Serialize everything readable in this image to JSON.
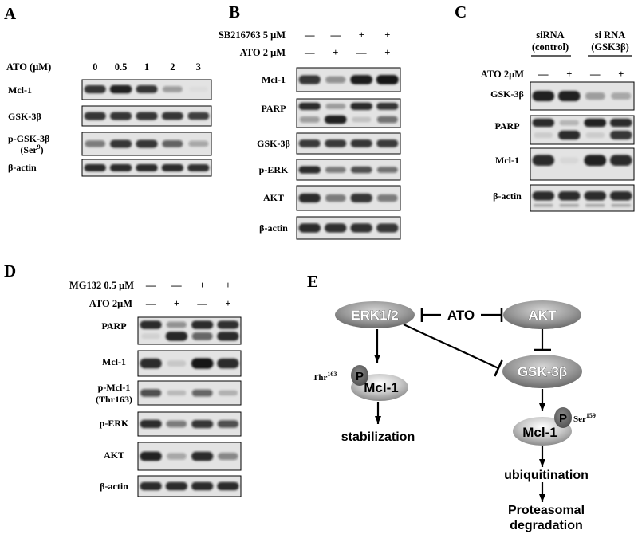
{
  "figure": {
    "panels": {
      "A": {
        "letter": "A",
        "conditions": [
          {
            "label": "ATO (μM)",
            "lanes": [
              "0",
              "0.5",
              "1",
              "2",
              "3"
            ]
          }
        ],
        "blots": [
          {
            "label": "Mcl-1",
            "bands": [
              [
                0.85,
                0.95,
                0.82,
                0.35,
                0.03
              ]
            ]
          },
          {
            "label": "GSK-3β",
            "bands": [
              [
                0.85,
                0.85,
                0.85,
                0.82,
                0.78
              ]
            ]
          },
          {
            "label": "p-GSK-3β",
            "label_line2": {
              "pre": "(Ser",
              "sup": "9",
              "post": ")"
            },
            "bands": [
              [
                0.5,
                0.85,
                0.85,
                0.62,
                0.3
              ]
            ]
          },
          {
            "label": "β-actin",
            "bands": [
              [
                0.9,
                0.9,
                0.9,
                0.9,
                0.88
              ]
            ]
          }
        ]
      },
      "B": {
        "letter": "B",
        "conditions": [
          {
            "label": "SB216763 5  μM",
            "lanes": [
              "—",
              "—",
              "+",
              "+"
            ]
          },
          {
            "label": "ATO 2 μM",
            "lanes": [
              "—",
              "+",
              "—",
              "+"
            ]
          }
        ],
        "blots": [
          {
            "label": "Mcl-1",
            "bands": [
              [
                0.85,
                0.4,
                0.97,
                1.0
              ]
            ]
          },
          {
            "label": "PARP",
            "bands": [
              [
                0.9,
                0.35,
                0.9,
                0.85
              ],
              [
                0.35,
                0.95,
                0.15,
                0.55
              ]
            ]
          },
          {
            "label": "GSK-3β",
            "bands": [
              [
                0.8,
                0.8,
                0.82,
                0.8
              ]
            ]
          },
          {
            "label": "p-ERK",
            "bands": [
              [
                0.9,
                0.5,
                0.7,
                0.55
              ]
            ]
          },
          {
            "label": "AKT",
            "bands": [
              [
                0.9,
                0.5,
                0.85,
                0.5
              ]
            ]
          },
          {
            "label": "β-actin",
            "bands": [
              [
                0.9,
                0.88,
                0.88,
                0.85
              ]
            ]
          }
        ]
      },
      "C": {
        "letter": "C",
        "groups": [
          {
            "line1": "siRNA",
            "line2": "(control)"
          },
          {
            "line1": "si RNA",
            "line2": "(GSK3β)"
          }
        ],
        "conditions": [
          {
            "label": "ATO 2μM",
            "lanes": [
              "—",
              "+",
              "—",
              "+"
            ]
          }
        ],
        "blots": [
          {
            "label": "GSK-3β",
            "bands": [
              [
                0.95,
                0.95,
                0.35,
                0.3
              ]
            ]
          },
          {
            "label": "PARP",
            "bands": [
              [
                0.9,
                0.2,
                0.95,
                0.9
              ],
              [
                0.1,
                0.9,
                0.1,
                0.85
              ]
            ]
          },
          {
            "label": "Mcl-1",
            "bands": [
              [
                0.9,
                0.05,
                0.95,
                0.9
              ]
            ]
          },
          {
            "label": "β-actin",
            "bands": [
              [
                0.9,
                0.9,
                0.9,
                0.9
              ],
              [
                0.25,
                0.25,
                0.25,
                0.25
              ]
            ]
          }
        ]
      },
      "D": {
        "letter": "D",
        "conditions": [
          {
            "label": "MG132 0.5 μM",
            "lanes": [
              "—",
              "—",
              "+",
              "+"
            ]
          },
          {
            "label": "ATO 2μM",
            "lanes": [
              "—",
              "+",
              "—",
              "+"
            ]
          }
        ],
        "blots": [
          {
            "label": "PARP",
            "bands": [
              [
                0.9,
                0.4,
                0.9,
                0.88
              ],
              [
                0.08,
                0.92,
                0.6,
                0.9
              ]
            ]
          },
          {
            "label": "Mcl-1",
            "bands": [
              [
                0.9,
                0.12,
                1.0,
                0.9
              ]
            ]
          },
          {
            "label": "p-Mcl-1",
            "label_line2": {
              "pre": "(Thr163)"
            },
            "bands": [
              [
                0.7,
                0.18,
                0.6,
                0.22
              ]
            ]
          },
          {
            "label": "p-ERK",
            "bands": [
              [
                0.9,
                0.5,
                0.85,
                0.7
              ]
            ]
          },
          {
            "label": "AKT",
            "bands": [
              [
                0.95,
                0.3,
                0.9,
                0.45
              ]
            ]
          },
          {
            "label": "β-actin",
            "bands": [
              [
                0.9,
                0.9,
                0.9,
                0.9
              ]
            ]
          }
        ]
      },
      "E": {
        "letter": "E",
        "nodes": {
          "erk": "ERK1/2",
          "ato": "ATO",
          "akt": "AKT",
          "gsk": "GSK-3β",
          "mcl1_left": "Mcl-1",
          "mcl1_right": "Mcl-1",
          "phospho_left": "P",
          "phospho_right": "P"
        },
        "sites": {
          "left": {
            "residue": "Thr",
            "position": "163"
          },
          "right": {
            "residue": "Ser",
            "position": "159"
          }
        },
        "outcomes": {
          "stabilization": "stabilization",
          "ubiquitination": "ubiquitination",
          "degradation_line1": "Proteasomal",
          "degradation_line2": "degradation"
        }
      }
    }
  }
}
